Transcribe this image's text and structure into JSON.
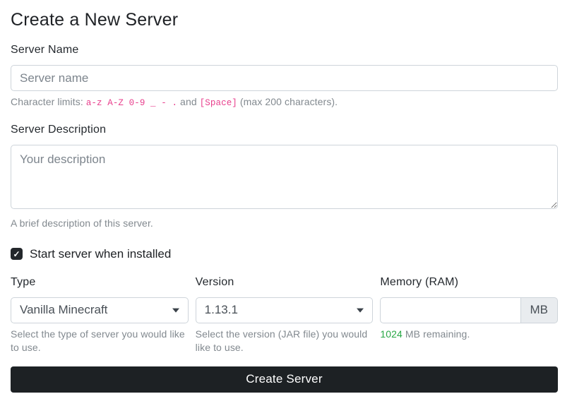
{
  "page": {
    "title": "Create a New Server"
  },
  "colors": {
    "text_dark": "#1e2125",
    "muted_text": "#82898f",
    "code_pink": "#e83e8c",
    "remaining_green": "#28a745",
    "input_border": "#ced4da",
    "addon_bg": "#e9ecef",
    "button_bg": "#1d2124",
    "button_text": "#ffffff",
    "checkbox_bg": "#23272b"
  },
  "name_field": {
    "label": "Server Name",
    "value": "",
    "placeholder": "Server name",
    "help_prefix": "Character limits: ",
    "help_code1": "a-z A-Z 0-9 _ - .",
    "help_and": " and ",
    "help_code2": "[Space]",
    "help_suffix": " (max 200 characters)."
  },
  "description_field": {
    "label": "Server Description",
    "value": "",
    "placeholder": "Your description",
    "help": "A brief description of this server."
  },
  "start_checkbox": {
    "label": "Start server when installed",
    "checked": true,
    "check_glyph": "✓"
  },
  "type_field": {
    "label": "Type",
    "selected_value": "Vanilla Minecraft",
    "help": "Select the type of server you would like to use."
  },
  "version_field": {
    "label": "Version",
    "selected_value": "1.13.1",
    "help": "Select the version (JAR file) you would like to use."
  },
  "memory_field": {
    "label": "Memory (RAM)",
    "value": "",
    "placeholder": "",
    "addon_label": "MB",
    "remaining_value": "1024",
    "remaining_suffix": " MB remaining."
  },
  "submit": {
    "label": "Create Server"
  }
}
